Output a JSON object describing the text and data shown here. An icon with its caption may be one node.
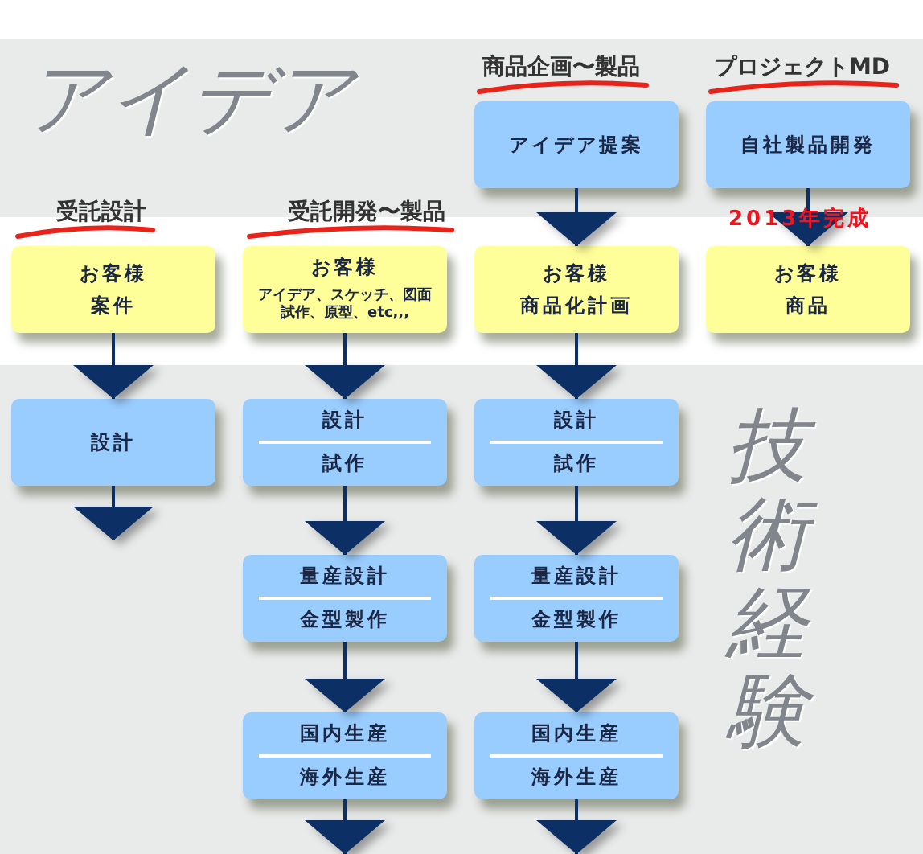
{
  "diagram": {
    "nodes": [
      {
        "text": [
          "アイデア提案"
        ],
        "beside": [
          "商品企画〜製品"
        ]
      },
      {
        "text": [
          "自社製品開発"
        ],
        "beside": [
          "プロジェクトMD"
        ]
      },
      {
        "text": [
          "お客様",
          "案件"
        ],
        "beside": [
          "受託設計"
        ]
      },
      {
        "text": [
          "お客様",
          "アイデア、スケッチ、図面試作、原型、etc,,,"
        ],
        "beside": [
          "受託開発〜製品"
        ]
      },
      {
        "text": [
          "お客様",
          "商品化計画"
        ]
      },
      {
        "text": [
          "お客様",
          "商品"
        ]
      },
      {
        "text": [
          "設計"
        ]
      },
      {
        "text": [
          "設計",
          "試作"
        ]
      },
      {
        "text": [
          "設計",
          "試作"
        ]
      },
      {
        "text": [
          "量産設計",
          "金型製作"
        ]
      },
      {
        "text": [
          "量産設計",
          "金型製作"
        ]
      },
      {
        "text": [
          "国内生産",
          "海外生産"
        ]
      },
      {
        "text": [
          "国内生産",
          "海外生産"
        ]
      }
    ],
    "edges": [
      {
        "from": 0,
        "to": 4,
        "arrow": "to"
      },
      {
        "from": 1,
        "to": 5,
        "arrow": "to"
      },
      {
        "from": 2,
        "to": 6,
        "arrow": "to"
      },
      {
        "from": 3,
        "to": 7,
        "arrow": "to"
      },
      {
        "from": 4,
        "to": 8,
        "arrow": "to"
      },
      {
        "from": 7,
        "to": 9,
        "arrow": "to"
      },
      {
        "from": 8,
        "to": 10,
        "arrow": "to"
      },
      {
        "from": 9,
        "to": 11,
        "arrow": "to"
      },
      {
        "from": 10,
        "to": 12,
        "arrow": "to"
      },
      {
        "from": 6,
        "to": null,
        "arrow": "to"
      },
      {
        "from": 11,
        "to": null,
        "arrow": "to"
      },
      {
        "from": 12,
        "to": null,
        "arrow": "to"
      }
    ],
    "labels": [
      "アイデア",
      "2013年完成",
      "技術経験"
    ]
  }
}
